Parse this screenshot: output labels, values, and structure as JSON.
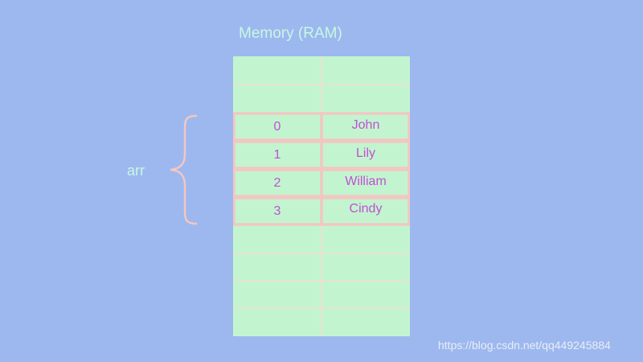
{
  "title": "Memory (RAM)",
  "array_label": "arr",
  "array_rows": [
    {
      "index": "0",
      "value": "John"
    },
    {
      "index": "1",
      "value": "Lily"
    },
    {
      "index": "2",
      "value": "William"
    },
    {
      "index": "3",
      "value": "Cindy"
    }
  ],
  "watermark": "https://blog.csdn.net/qq449245884",
  "colors": {
    "background": "#9db8ee",
    "memory_fill": "#c2f5cf",
    "grid_line": "#f4dccf",
    "array_border": "#f2c7c3",
    "cell_text": "#c34fd4",
    "label_text": "#c9f7e4"
  }
}
